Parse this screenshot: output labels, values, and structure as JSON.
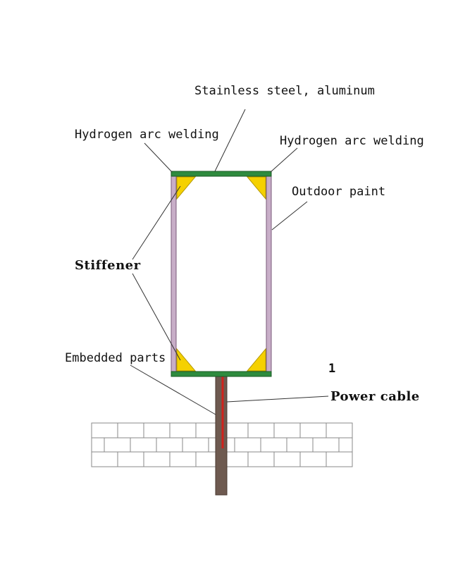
{
  "labels": {
    "material": "Stainless steel, aluminum",
    "weld_left": "Hydrogen arc welding",
    "weld_right": "Hydrogen arc welding",
    "outdoor_paint": "Outdoor paint",
    "stiffener": "Stiffener",
    "embedded_parts": "Embedded parts",
    "power_cable": "Power cable",
    "stray_mark": "1"
  },
  "colors": {
    "frame_fill": "#ffffff",
    "frame_wall": "#c8aec8",
    "frame_edge": "#7a5a7a",
    "plate": "#2e8b3e",
    "plate_edge": "#1b5a26",
    "stiffener": "#f5d100",
    "stiffener_edge": "#b59a00",
    "post": "#6e5a50",
    "cable": "#d0221c",
    "brick_fill": "#ffffff",
    "brick_line": "#8a8a8a",
    "leader": "#333333"
  }
}
